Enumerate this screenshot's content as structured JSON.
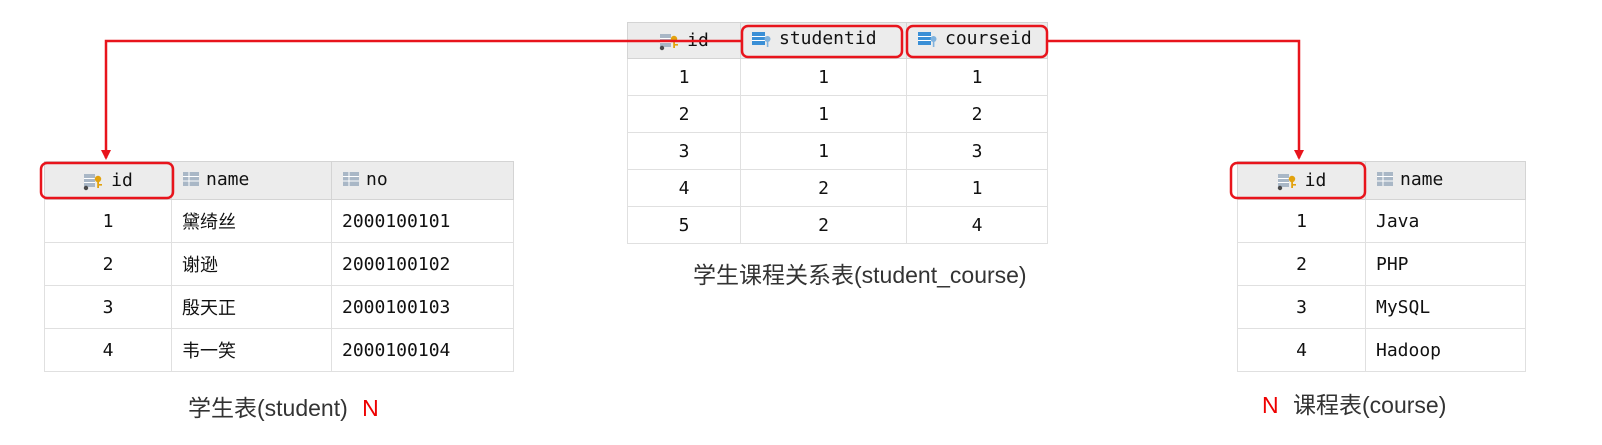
{
  "student_table": {
    "columns": [
      {
        "label": "id",
        "icon": "primary-key-icon"
      },
      {
        "label": "name",
        "icon": "column-icon"
      },
      {
        "label": "no",
        "icon": "column-icon"
      }
    ],
    "rows": [
      [
        "1",
        "黛绮丝",
        "2000100101"
      ],
      [
        "2",
        "谢逊",
        "2000100102"
      ],
      [
        "3",
        "殷天正",
        "2000100103"
      ],
      [
        "4",
        "韦一笑",
        "2000100104"
      ]
    ],
    "caption": "学生表(student)",
    "cardinality": "N"
  },
  "relation_table": {
    "columns": [
      {
        "label": "id",
        "icon": "primary-key-icon"
      },
      {
        "label": "studentid",
        "icon": "foreign-key-icon"
      },
      {
        "label": "courseid",
        "icon": "foreign-key-icon"
      }
    ],
    "rows": [
      [
        "1",
        "1",
        "1"
      ],
      [
        "2",
        "1",
        "2"
      ],
      [
        "3",
        "1",
        "3"
      ],
      [
        "4",
        "2",
        "1"
      ],
      [
        "5",
        "2",
        "4"
      ]
    ],
    "caption": "学生课程关系表(student_course)"
  },
  "course_table": {
    "columns": [
      {
        "label": "id",
        "icon": "primary-key-icon"
      },
      {
        "label": "name",
        "icon": "column-icon"
      }
    ],
    "rows": [
      [
        "1",
        "Java"
      ],
      [
        "2",
        "PHP"
      ],
      [
        "3",
        "MySQL"
      ],
      [
        "4",
        "Hadoop"
      ]
    ],
    "caption": "课程表(course)",
    "cardinality": "N"
  },
  "colors": {
    "highlight": "#e8141c",
    "cardinality": "#ee0000",
    "header_bg": "#ececec"
  }
}
